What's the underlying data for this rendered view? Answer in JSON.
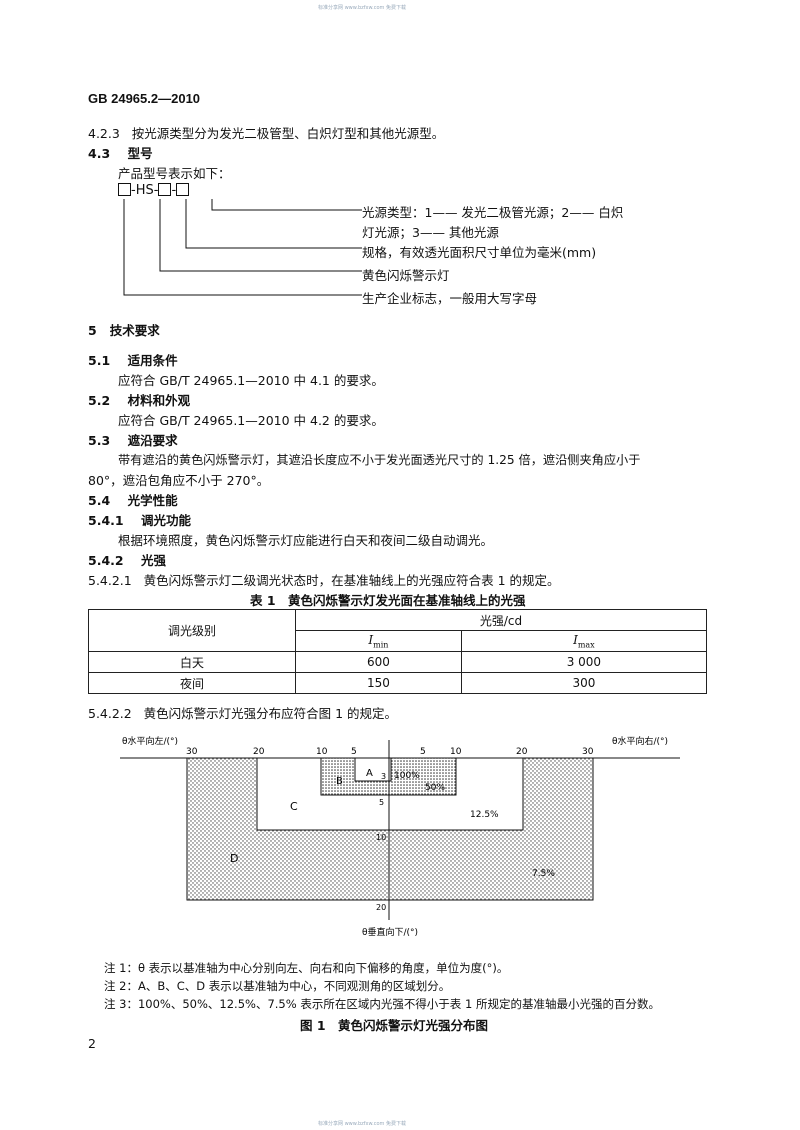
{
  "watermark_top": "标准分享网 www.bzfxw.com 免费下载",
  "watermark_bottom": "标准分享网 www.bzfxw.com 免费下载",
  "doc_number": "GB 24965.2—2010",
  "s423": {
    "num": "4.2.3",
    "text": "按光源类型分为发光二极管型、白炽灯型和其他光源型。"
  },
  "s43": {
    "num": "4.3",
    "title": "型号"
  },
  "model_intro": "产品型号表示如下：",
  "model": {
    "sep1": "-",
    "code": "HS",
    "sep2": "-",
    "sep3": "-"
  },
  "model_legend": [
    "光源类型：1—— 发光二极管光源；2—— 白炽",
    "灯光源；3—— 其他光源",
    "规格，有效透光面积尺寸单位为毫米(mm)",
    "黄色闪烁警示灯",
    "生产企业标志，一般用大写字母"
  ],
  "s5": {
    "num": "5",
    "title": "技术要求"
  },
  "s51": {
    "num": "5.1",
    "title": "适用条件",
    "text": "应符合 GB/T 24965.1—2010 中 4.1 的要求。"
  },
  "s52": {
    "num": "5.2",
    "title": "材料和外观",
    "text": "应符合 GB/T 24965.1—2010 中 4.2 的要求。"
  },
  "s53": {
    "num": "5.3",
    "title": "遮沿要求",
    "text1": "带有遮沿的黄色闪烁警示灯，其遮沿长度应不小于发光面透光尺寸的 1.25 倍，遮沿侧夹角应小于",
    "text2": "80°，遮沿包角应不小于 270°。"
  },
  "s54": {
    "num": "5.4",
    "title": "光学性能"
  },
  "s541": {
    "num": "5.4.1",
    "title": "调光功能",
    "text": "根据环境照度，黄色闪烁警示灯应能进行白天和夜间二级自动调光。"
  },
  "s542": {
    "num": "5.4.2",
    "title": "光强"
  },
  "s5421": {
    "num": "5.4.2.1",
    "text": "黄色闪烁警示灯二级调光状态时，在基准轴线上的光强应符合表 1 的规定。"
  },
  "table1": {
    "caption": "表 1　黄色闪烁警示灯发光面在基准轴线上的光强",
    "col_level": "调光级别",
    "col_intensity": "光强/cd",
    "imin": "I",
    "imin_sub": "min",
    "imax": "I",
    "imax_sub": "max",
    "rows": [
      {
        "level": "白天",
        "min": "600",
        "max": "3 000"
      },
      {
        "level": "夜间",
        "min": "150",
        "max": "300"
      }
    ]
  },
  "s5422": {
    "num": "5.4.2.2",
    "text": "黄色闪烁警示灯光强分布应符合图 1 的规定。"
  },
  "figure": {
    "left_axis_label": "θ水平向左/(°)",
    "right_axis_label": "θ水平向右/(°)",
    "down_axis_label": "θ垂直向下/(°)",
    "ticks_left": [
      "30",
      "20",
      "10",
      "5"
    ],
    "ticks_right": [
      "5",
      "10",
      "20",
      "30"
    ],
    "ticks_down": [
      "3",
      "5",
      "10",
      "20"
    ],
    "regions": {
      "a": "A",
      "b": "B",
      "c": "C",
      "d": "D"
    },
    "percents": {
      "a": "100%",
      "b": "50%",
      "c": "12.5%",
      "d": "7.5%"
    }
  },
  "notes": [
    "注 1：θ 表示以基准轴为中心分别向左、向右和向下偏移的角度，单位为度(°)。",
    "注 2：A、B、C、D 表示以基准轴为中心，不同观测角的区域划分。",
    "注 3：100%、50%、12.5%、7.5% 表示所在区域内光强不得小于表 1 所规定的基准轴最小光强的百分数。"
  ],
  "figure_caption": "图 1　黄色闪烁警示灯光强分布图",
  "page_number": "2"
}
